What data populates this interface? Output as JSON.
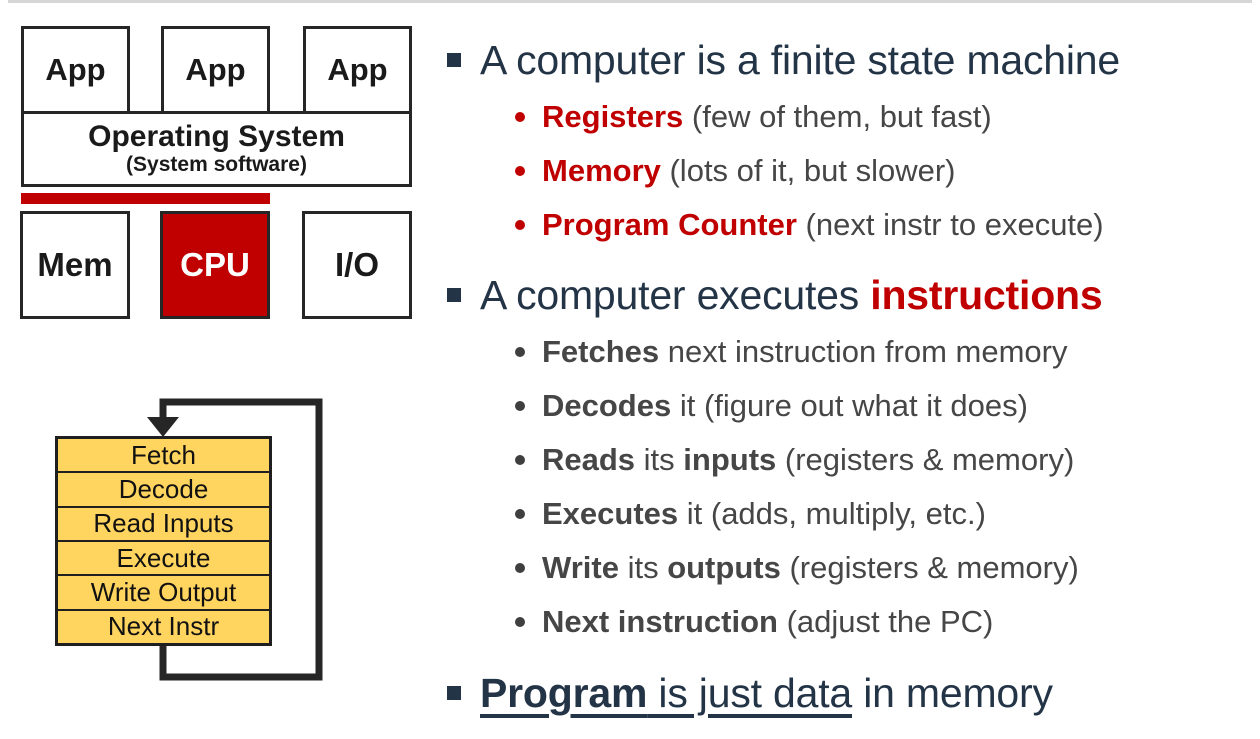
{
  "colors": {
    "accent_red": "#C00000",
    "navy_text": "#243447",
    "gray_text": "#464646",
    "cycle_yellow": "#FFD45F",
    "diagram_border": "#262626"
  },
  "os_diagram": {
    "apps": [
      "App",
      "App",
      "App"
    ],
    "os_title": "Operating System",
    "os_subtitle": "(System software)",
    "hw": [
      {
        "label": "Mem",
        "highlight": false
      },
      {
        "label": "CPU",
        "highlight": true
      },
      {
        "label": "I/O",
        "highlight": false
      }
    ]
  },
  "cycle_diagram": {
    "steps": [
      "Fetch",
      "Decode",
      "Read Inputs",
      "Execute",
      "Write Output",
      "Next Instr"
    ]
  },
  "bullets": {
    "s1": {
      "heading": "A computer is a finite state machine",
      "items": [
        {
          "a": "Registers",
          "b": " (few of them, but fast)"
        },
        {
          "a": "Memory",
          "b": " (lots of it, but slower)"
        },
        {
          "a": "Program Counter",
          "b": " (next instr to execute)"
        }
      ]
    },
    "s2": {
      "heading_pre": "A computer executes ",
      "heading_red": "instructions",
      "items": [
        {
          "a": "Fetches",
          "b": " next instruction from memory"
        },
        {
          "a": "Decodes",
          "b": " it (figure out what it does)"
        },
        {
          "a": "Reads",
          "b": " its ",
          "c": "inputs",
          "d": " (registers & memory)"
        },
        {
          "a": "Executes",
          "b": " it (adds, multiply, etc.)"
        },
        {
          "a": "Write",
          "b": " its ",
          "c": "outputs",
          "d": " (registers & memory)"
        },
        {
          "a": "Next instruction",
          "b": " (adjust the PC)"
        }
      ]
    },
    "s3": {
      "bold_underline": "Program",
      "underline": " is just data",
      "rest": " in memory"
    }
  }
}
